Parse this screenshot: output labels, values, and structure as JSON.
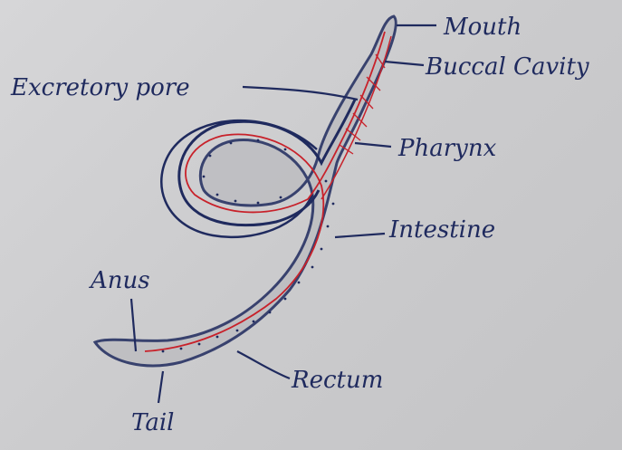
{
  "labels": {
    "mouth": "Mouth",
    "buccal_cavity": "Buccal Cavity",
    "excretory_pore": "Excretory pore",
    "pharynx": "Pharynx",
    "intestine": "Intestine",
    "anus": "Anus",
    "rectum": "Rectum",
    "tail": "Tail"
  },
  "colors": {
    "paper": "#cdcdcf",
    "ink": "#1f2a5e",
    "red_ink": "#c8212a",
    "body_fill": "#bcbcc0"
  }
}
